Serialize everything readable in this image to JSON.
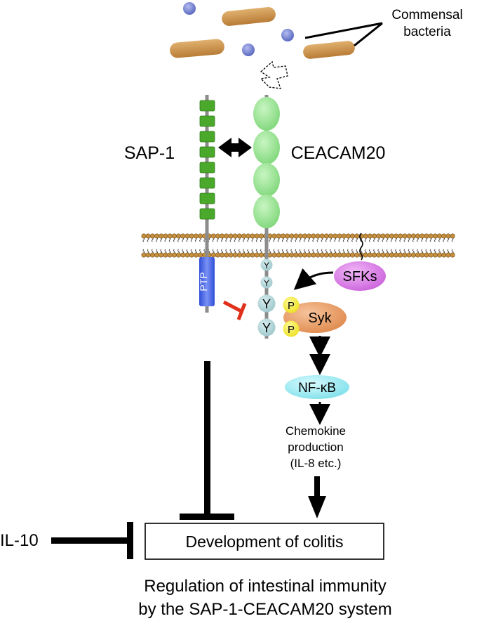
{
  "labels": {
    "bacteria": [
      "Commensal",
      "bacteria"
    ],
    "sap1": "SAP-1",
    "ceacam20": "CEACAM20",
    "ptp": "PTP",
    "tyrosine": "Y",
    "phospho": "P",
    "sfks": "SFKs",
    "syk": "Syk",
    "nfkb": "NF-κB",
    "chemokine": [
      "Chemokine",
      "production",
      "(IL-8 etc.)"
    ],
    "il10": "IL-10",
    "colitis": "Development of colitis",
    "caption": [
      "Regulation of intestinal immunity",
      "by the SAP-1-CEACAM20 system"
    ]
  },
  "colors": {
    "bacteria_rod": "#c8904a",
    "bacteria_coccus": "#6a78c8",
    "sap1_domain": "#4aa82a",
    "ceacam_domain": "#8ee08a",
    "ptp": "#3f5fe0",
    "tyrosine": "#a8d0d4",
    "phospho": "#f2ec2a",
    "sfks": "#d874e4",
    "syk": "#e4935a",
    "nfkb": "#8ee8f0",
    "inhibit_red": "#e0301c",
    "membrane": "#c8903c"
  }
}
